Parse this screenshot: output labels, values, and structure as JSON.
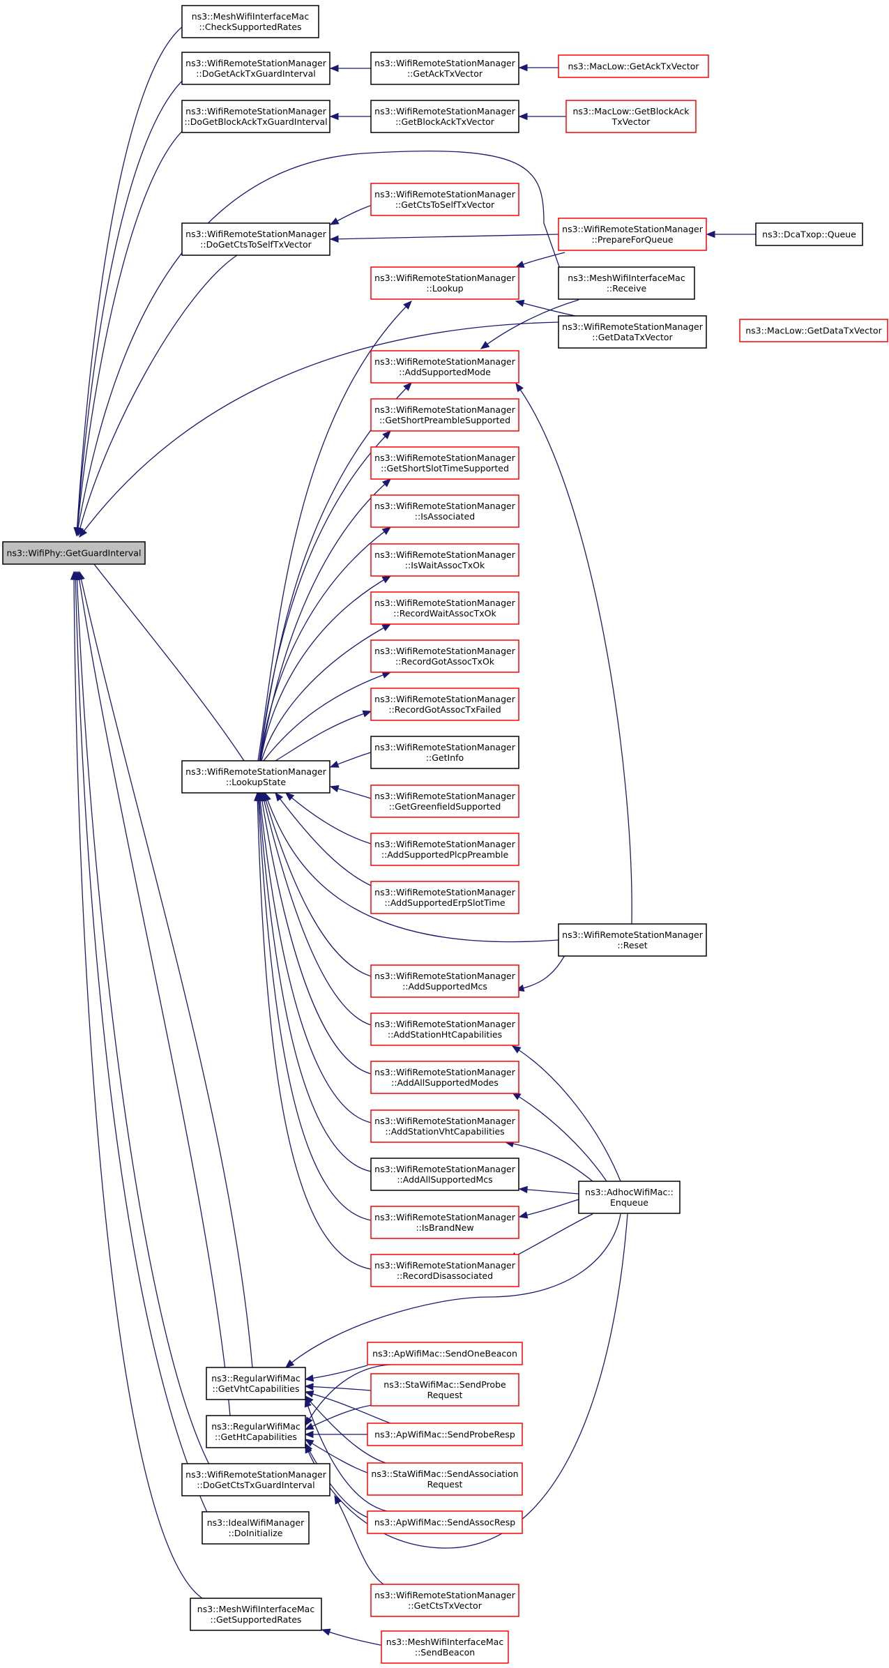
{
  "graph": {
    "root": "ns3::WifiPhy::GetGuardInterval",
    "colors": {
      "edge": "#191970",
      "border_normal": "#000000",
      "border_truncated": "#ff0000",
      "root_fill": "#bfbfbf"
    },
    "nodes": [
      {
        "id": "root",
        "lines": [
          "ns3::WifiPhy::GetGuardInterval"
        ],
        "style": "root"
      },
      {
        "id": "mwim_csr",
        "lines": [
          "ns3::MeshWifiInterfaceMac",
          "::CheckSupportedRates"
        ],
        "style": "black"
      },
      {
        "id": "wrsm_dgatgi",
        "lines": [
          "ns3::WifiRemoteStationManager",
          "::DoGetAckTxGuardInterval"
        ],
        "style": "black"
      },
      {
        "id": "wrsm_gatv",
        "lines": [
          "ns3::WifiRemoteStationManager",
          "::GetAckTxVector"
        ],
        "style": "black"
      },
      {
        "id": "ml_gatv",
        "lines": [
          "ns3::MacLow::GetAckTxVector"
        ],
        "style": "red"
      },
      {
        "id": "wrsm_dgbatgi",
        "lines": [
          "ns3::WifiRemoteStationManager",
          "::DoGetBlockAckTxGuardInterval"
        ],
        "style": "black"
      },
      {
        "id": "wrsm_gbatv",
        "lines": [
          "ns3::WifiRemoteStationManager",
          "::GetBlockAckTxVector"
        ],
        "style": "black"
      },
      {
        "id": "ml_gbatv",
        "lines": [
          "ns3::MacLow::GetBlockAck",
          "TxVector"
        ],
        "style": "red"
      },
      {
        "id": "wrsm_gctstv",
        "lines": [
          "ns3::WifiRemoteStationManager",
          "::GetCtsToSelfTxVector"
        ],
        "style": "red"
      },
      {
        "id": "wrsm_dgctstv",
        "lines": [
          "ns3::WifiRemoteStationManager",
          "::DoGetCtsToSelfTxVector"
        ],
        "style": "black"
      },
      {
        "id": "wrsm_pfq",
        "lines": [
          "ns3::WifiRemoteStationManager",
          "::PrepareForQueue"
        ],
        "style": "red"
      },
      {
        "id": "dcatxop_q",
        "lines": [
          "ns3::DcaTxop::Queue"
        ],
        "style": "black"
      },
      {
        "id": "wrsm_lookup",
        "lines": [
          "ns3::WifiRemoteStationManager",
          "::Lookup"
        ],
        "style": "red"
      },
      {
        "id": "mwim_receive",
        "lines": [
          "ns3::MeshWifiInterfaceMac",
          "::Receive"
        ],
        "style": "black"
      },
      {
        "id": "wrsm_gdtv",
        "lines": [
          "ns3::WifiRemoteStationManager",
          "::GetDataTxVector"
        ],
        "style": "black"
      },
      {
        "id": "ml_gdtv",
        "lines": [
          "ns3::MacLow::GetDataTxVector"
        ],
        "style": "red"
      },
      {
        "id": "wrsm_asm",
        "lines": [
          "ns3::WifiRemoteStationManager",
          "::AddSupportedMode"
        ],
        "style": "red"
      },
      {
        "id": "wrsm_gsps",
        "lines": [
          "ns3::WifiRemoteStationManager",
          "::GetShortPreambleSupported"
        ],
        "style": "red"
      },
      {
        "id": "wrsm_gssts",
        "lines": [
          "ns3::WifiRemoteStationManager",
          "::GetShortSlotTimeSupported"
        ],
        "style": "red"
      },
      {
        "id": "wrsm_ia",
        "lines": [
          "ns3::WifiRemoteStationManager",
          "::IsAssociated"
        ],
        "style": "red"
      },
      {
        "id": "wrsm_iwato",
        "lines": [
          "ns3::WifiRemoteStationManager",
          "::IsWaitAssocTxOk"
        ],
        "style": "red"
      },
      {
        "id": "wrsm_rwato",
        "lines": [
          "ns3::WifiRemoteStationManager",
          "::RecordWaitAssocTxOk"
        ],
        "style": "red"
      },
      {
        "id": "wrsm_rgato",
        "lines": [
          "ns3::WifiRemoteStationManager",
          "::RecordGotAssocTxOk"
        ],
        "style": "red"
      },
      {
        "id": "wrsm_rgatf",
        "lines": [
          "ns3::WifiRemoteStationManager",
          "::RecordGotAssocTxFailed"
        ],
        "style": "red"
      },
      {
        "id": "wrsm_gi",
        "lines": [
          "ns3::WifiRemoteStationManager",
          "::GetInfo"
        ],
        "style": "black"
      },
      {
        "id": "wrsm_ls",
        "lines": [
          "ns3::WifiRemoteStationManager",
          "::LookupState"
        ],
        "style": "black"
      },
      {
        "id": "wrsm_ggs",
        "lines": [
          "ns3::WifiRemoteStationManager",
          "::GetGreenfieldSupported"
        ],
        "style": "red"
      },
      {
        "id": "wrsm_aspp",
        "lines": [
          "ns3::WifiRemoteStationManager",
          "::AddSupportedPlcpPreamble"
        ],
        "style": "red"
      },
      {
        "id": "wrsm_asest",
        "lines": [
          "ns3::WifiRemoteStationManager",
          "::AddSupportedErpSlotTime"
        ],
        "style": "red"
      },
      {
        "id": "wrsm_reset",
        "lines": [
          "ns3::WifiRemoteStationManager",
          "::Reset"
        ],
        "style": "black"
      },
      {
        "id": "wrsm_asmcs",
        "lines": [
          "ns3::WifiRemoteStationManager",
          "::AddSupportedMcs"
        ],
        "style": "red"
      },
      {
        "id": "wrsm_ashtc",
        "lines": [
          "ns3::WifiRemoteStationManager",
          "::AddStationHtCapabilities"
        ],
        "style": "red"
      },
      {
        "id": "wrsm_aasm",
        "lines": [
          "ns3::WifiRemoteStationManager",
          "::AddAllSupportedModes"
        ],
        "style": "red"
      },
      {
        "id": "wrsm_asvhtc",
        "lines": [
          "ns3::WifiRemoteStationManager",
          "::AddStationVhtCapabilities"
        ],
        "style": "red"
      },
      {
        "id": "wrsm_aasmcs",
        "lines": [
          "ns3::WifiRemoteStationManager",
          "::AddAllSupportedMcs"
        ],
        "style": "black"
      },
      {
        "id": "adhoc_enqueue",
        "lines": [
          "ns3::AdhocWifiMac::",
          "Enqueue"
        ],
        "style": "black"
      },
      {
        "id": "wrsm_ibn",
        "lines": [
          "ns3::WifiRemoteStationManager",
          "::IsBrandNew"
        ],
        "style": "red"
      },
      {
        "id": "wrsm_rd",
        "lines": [
          "ns3::WifiRemoteStationManager",
          "::RecordDisassociated"
        ],
        "style": "red"
      },
      {
        "id": "ap_sob",
        "lines": [
          "ns3::ApWifiMac::SendOneBeacon"
        ],
        "style": "red"
      },
      {
        "id": "rwm_gvhtc",
        "lines": [
          "ns3::RegularWifiMac",
          "::GetVhtCapabilities"
        ],
        "style": "black"
      },
      {
        "id": "sta_spr",
        "lines": [
          "ns3::StaWifiMac::SendProbe",
          "Request"
        ],
        "style": "red"
      },
      {
        "id": "ap_sprsp",
        "lines": [
          "ns3::ApWifiMac::SendProbeResp"
        ],
        "style": "red"
      },
      {
        "id": "rwm_ghtc",
        "lines": [
          "ns3::RegularWifiMac",
          "::GetHtCapabilities"
        ],
        "style": "black"
      },
      {
        "id": "sta_sar",
        "lines": [
          "ns3::StaWifiMac::SendAssociation",
          "Request"
        ],
        "style": "red"
      },
      {
        "id": "wrsm_dgctgi",
        "lines": [
          "ns3::WifiRemoteStationManager",
          "::DoGetCtsTxGuardInterval"
        ],
        "style": "black"
      },
      {
        "id": "ap_sarsp",
        "lines": [
          "ns3::ApWifiMac::SendAssocResp"
        ],
        "style": "red"
      },
      {
        "id": "iwm_di",
        "lines": [
          "ns3::IdealWifiManager",
          "::DoInitialize"
        ],
        "style": "black"
      },
      {
        "id": "wrsm_gctv",
        "lines": [
          "ns3::WifiRemoteStationManager",
          "::GetCtsTxVector"
        ],
        "style": "red"
      },
      {
        "id": "mwim_gsr",
        "lines": [
          "ns3::MeshWifiInterfaceMac",
          "::GetSupportedRates"
        ],
        "style": "black"
      },
      {
        "id": "mwim_sb",
        "lines": [
          "ns3::MeshWifiInterfaceMac",
          "::SendBeacon"
        ],
        "style": "red"
      }
    ]
  }
}
